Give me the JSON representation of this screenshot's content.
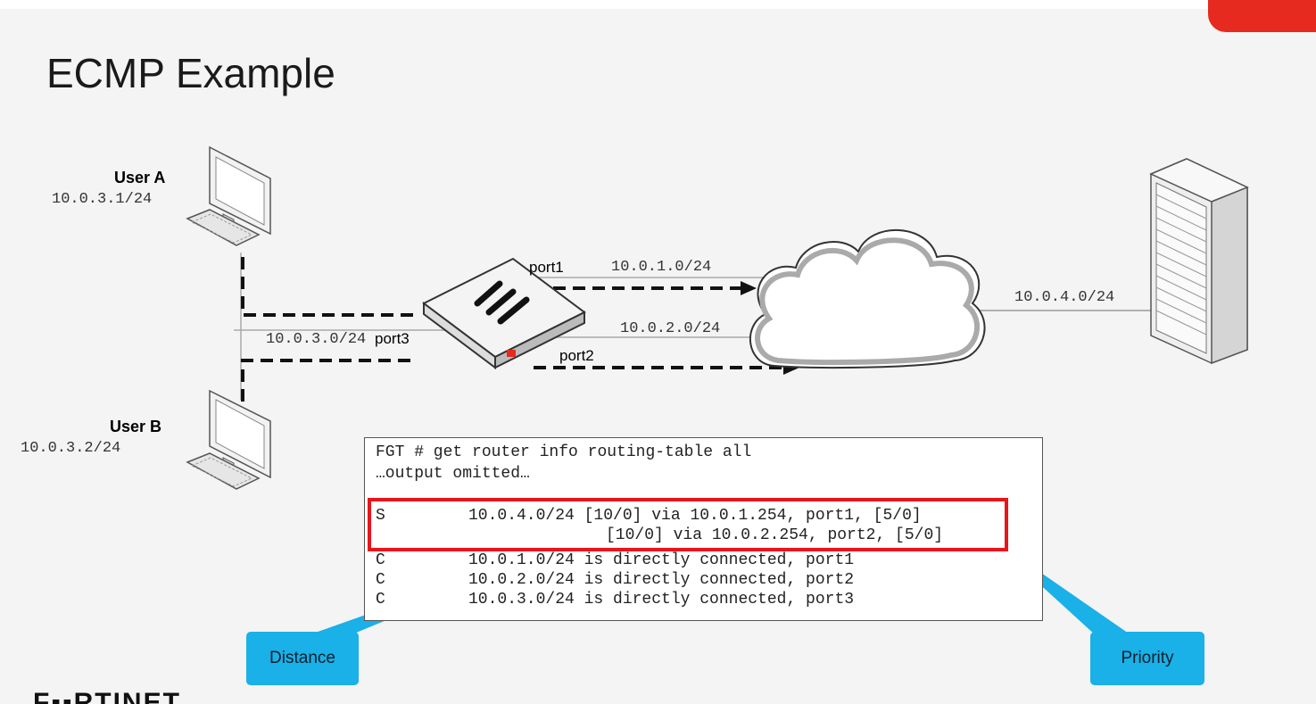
{
  "title": "ECMP Example",
  "users": [
    {
      "name": "User A",
      "ip": "10.0.3.1/24"
    },
    {
      "name": "User B",
      "ip": "10.0.3.2/24"
    }
  ],
  "ports": {
    "port1": "port1",
    "port2": "port2",
    "port3": "port3"
  },
  "subnets": {
    "port1_net": "10.0.1.0/24",
    "port2_net": "10.0.2.0/24",
    "port3_net": "10.0.3.0/24",
    "server_net": "10.0.4.0/24"
  },
  "cli": {
    "command": "FGT # get router info routing-table all",
    "omitted": "…output omitted…",
    "rows": [
      {
        "code": "S",
        "text": "10.0.4.0/24 [10/0] via 10.0.1.254, port1, [5/0]"
      },
      {
        "code": "",
        "text": "[10/0] via 10.0.2.254, port2, [5/0]"
      },
      {
        "code": "C",
        "text": "10.0.1.0/24 is directly connected, port1"
      },
      {
        "code": "C",
        "text": "10.0.2.0/24 is directly connected, port2"
      },
      {
        "code": "C",
        "text": "10.0.3.0/24 is directly connected, port3"
      }
    ]
  },
  "callouts": {
    "distance": "Distance",
    "priority": "Priority"
  },
  "logo": "F▪▪RTINET",
  "colors": {
    "highlight": "#e8151b",
    "callout": "#1ab0e8",
    "accent_tab": "#e62a1f"
  }
}
